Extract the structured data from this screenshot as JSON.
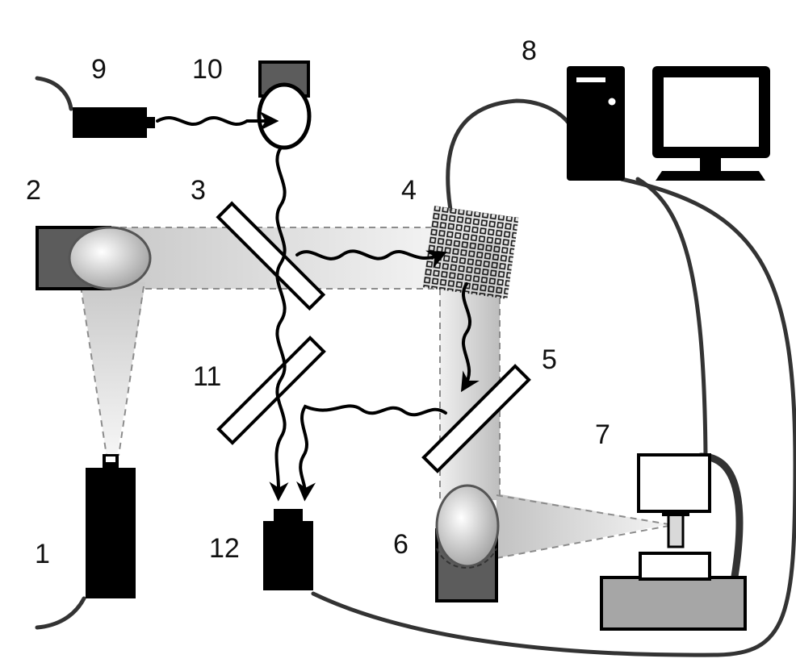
{
  "labels": {
    "n1": "1",
    "n2": "2",
    "n3": "3",
    "n4": "4",
    "n5": "5",
    "n6": "6",
    "n7": "7",
    "n8": "8",
    "n9": "9",
    "n10": "10",
    "n11": "11",
    "n12": "12"
  },
  "colors": {
    "device": "#000000",
    "housing": "#5c5c5c",
    "stage": "#a6a6a6",
    "wire": "#333333",
    "beam_edge": "#8c8c8c",
    "background": "#ffffff"
  }
}
